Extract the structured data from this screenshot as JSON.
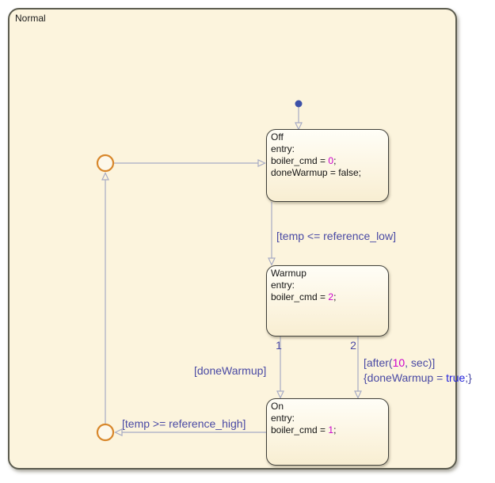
{
  "colors": {
    "container_fill": "#fcf4dd",
    "state_border": "#40403a",
    "transition_line": "#b3b6c9",
    "label_text": "#4949a4",
    "literal_magenta": "#cc00cc",
    "keyword_blue": "#2222dd",
    "junction_orange": "#d8872b",
    "initial_dot_blue": "#3d51a8"
  },
  "container": {
    "label": "Normal"
  },
  "states": {
    "off": {
      "title": "Off",
      "entry_label": "entry:",
      "stmt1_pre": "boiler_cmd = ",
      "stmt1_value": "0",
      "stmt1_post": ";",
      "stmt2": "doneWarmup = false;"
    },
    "warmup": {
      "title": "Warmup",
      "entry_label": "entry:",
      "stmt1_pre": "boiler_cmd = ",
      "stmt1_value": "2",
      "stmt1_post": ";"
    },
    "on": {
      "title": "On",
      "entry_label": "entry:",
      "stmt1_pre": "boiler_cmd = ",
      "stmt1_value": "1",
      "stmt1_post": ";"
    }
  },
  "transitions": {
    "off_to_warmup": {
      "condition": "[temp <= reference_low]"
    },
    "warmup_to_on_done": {
      "order": "1",
      "condition": "[doneWarmup]"
    },
    "warmup_to_on_after": {
      "order": "2",
      "cond_pre": "[after(",
      "cond_value": "10",
      "cond_post": ", sec)]",
      "action_pre": "{doneWarmup = ",
      "action_value": "true",
      "action_post": ";}"
    },
    "on_to_junction": {
      "condition": "[temp >= reference_high]"
    }
  }
}
